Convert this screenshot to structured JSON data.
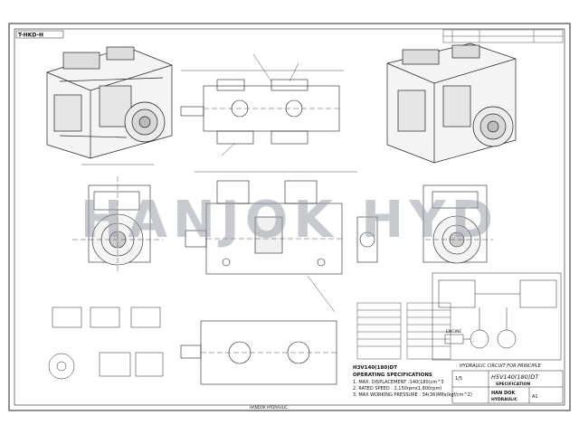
{
  "corner_code": "T-HKD-H",
  "watermark": "HANJOK HYD",
  "spec_title": "H3V140(180)DT",
  "spec_heading": "OPERATING SPECIFICATIONS",
  "spec_lines": [
    "1. MAX. DISPLACEMENT :140(180)cm^3",
    "2. RATED SPEED : 2,150rpm(1,800rpm)",
    "3. MAX WORKING PRESSURE : 34(36)MPa(kgf/cm^2)"
  ],
  "engine_label": "ENGINE",
  "circuit_caption": "HYDRAULIC CIRCUIT FOR PRINCIPLE",
  "title_block": {
    "model": "H5V140(180)DT",
    "subtitle": "SPECIFICATION",
    "company": "HAN DOK",
    "company_sub": "HYDRAULIC",
    "sheet": "A1",
    "scale": "1/5"
  },
  "footer_note": "HANDOK HYDRAULIC",
  "colors": {
    "line": "#222222",
    "watermark": "#9aa0a8"
  }
}
